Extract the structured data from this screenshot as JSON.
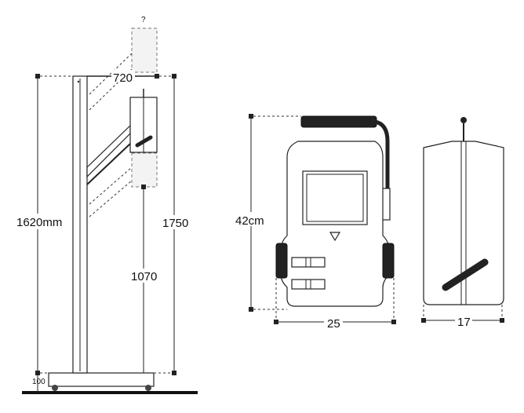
{
  "labels": {
    "top_width": "720",
    "height_total_left": "1620mm",
    "height_right": "1750",
    "height_mid": "1070",
    "base_height": "100",
    "unit_height": "42cm",
    "unit_width": "25",
    "unit_depth": "17",
    "ghost_mark": "?"
  },
  "colors": {
    "line": "#222222",
    "ghost": "#777777",
    "handle": "#222222"
  }
}
